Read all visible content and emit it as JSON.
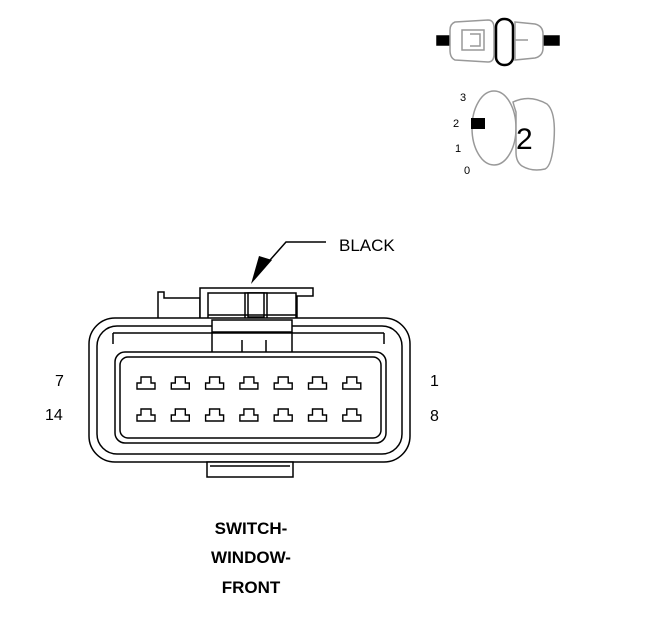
{
  "connector": {
    "color_label": "BLACK",
    "pin_labels": {
      "top_left": "7",
      "top_right": "1",
      "bottom_left": "14",
      "bottom_right": "8"
    },
    "title_lines": [
      "SWITCH-",
      "WINDOW-",
      "FRONT"
    ],
    "cavity_rows": 2,
    "cavities_per_row": 7
  },
  "key_indicator": {
    "key_number": "2",
    "positions": [
      "3",
      "2",
      "1",
      "0"
    ],
    "selected_position": "2"
  }
}
